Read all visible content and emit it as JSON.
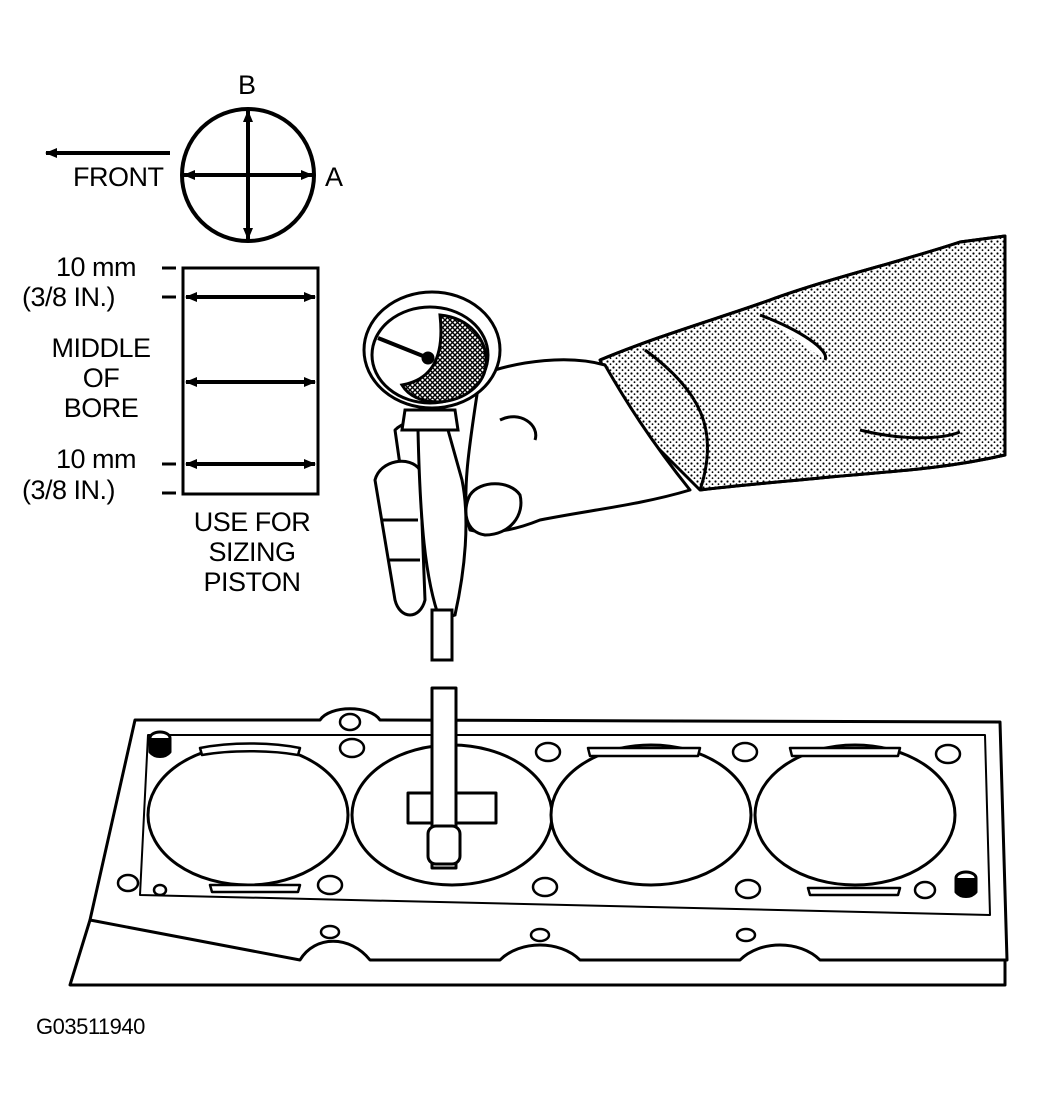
{
  "orientation": {
    "front_label": "FRONT",
    "axis_a_label": "A",
    "axis_b_label": "B"
  },
  "bore_diagram": {
    "top_mm": "10 mm",
    "top_in": "(3/8 IN.)",
    "middle_line1": "MIDDLE",
    "middle_line2": "OF",
    "middle_line3": "BORE",
    "bottom_mm": "10 mm",
    "bottom_in": "(3/8 IN.)",
    "note_line1": "USE FOR",
    "note_line2": "SIZING",
    "note_line3": "PISTON"
  },
  "figure_id": "G03511940",
  "colors": {
    "ink": "#000000",
    "paper": "#ffffff",
    "shade": "#555555"
  }
}
